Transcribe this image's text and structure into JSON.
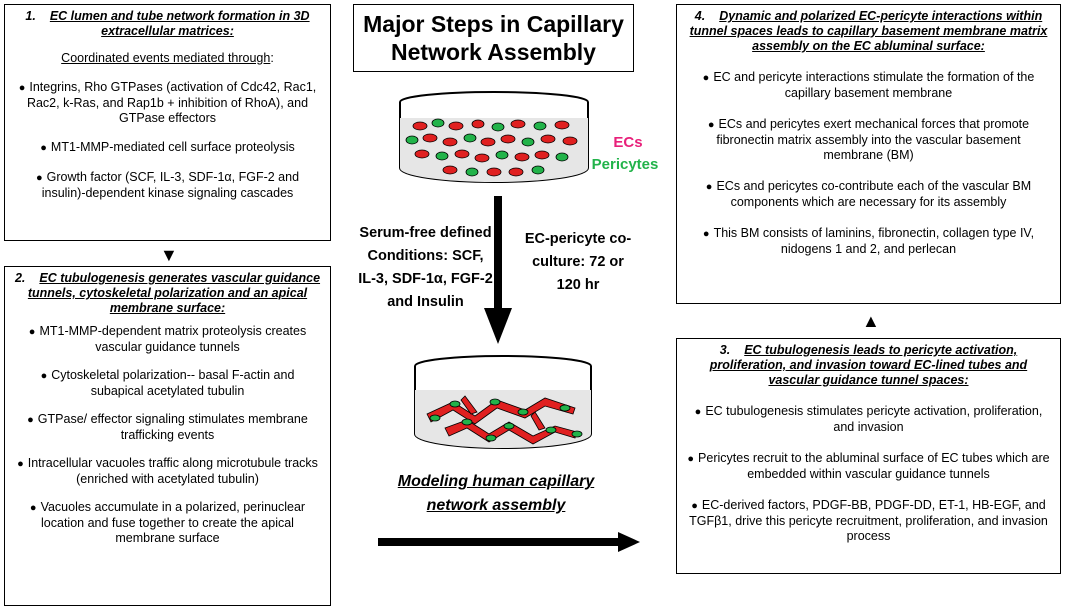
{
  "title": "Major Steps in Capillary Network Assembly",
  "dish_labels": {
    "ecs": "ECs",
    "pericytes": "Pericytes",
    "ecs_color": "#e8207a",
    "pericytes_color": "#22b34a"
  },
  "conditions": "Serum-free defined Conditions: SCF, IL-3, SDF-1α, FGF-2 and Insulin",
  "coculture": "EC-pericyte co-culture: 72 or 120 hr",
  "modeling": "Modeling human capillary network assembly",
  "box1": {
    "number": "1.",
    "title": "EC lumen and tube network formation in 3D extracellular matrices:",
    "subtitle": "Coordinated events mediated through",
    "items": [
      "Integrins, Rho GTPases (activation of Cdc42, Rac1, Rac2, k-Ras, and Rap1b + inhibition of RhoA), and GTPase effectors",
      "MT1-MMP-mediated cell surface proteolysis",
      "Growth factor (SCF, IL-3, SDF-1α, FGF-2 and insulin)-dependent kinase signaling cascades"
    ]
  },
  "box2": {
    "number": "2.",
    "title": "EC tubulogenesis generates vascular guidance tunnels, cytoskeletal polarization and an apical membrane surface:",
    "items": [
      "MT1-MMP-dependent matrix proteolysis creates vascular guidance tunnels",
      "Cytoskeletal polarization-- basal F-actin and subapical acetylated tubulin",
      "GTPase/ effector signaling stimulates membrane trafficking events",
      "Intracellular vacuoles traffic along microtubule tracks (enriched with acetylated tubulin)",
      "Vacuoles accumulate in a polarized, perinuclear location and fuse together to create the apical membrane surface"
    ]
  },
  "box3": {
    "number": "3.",
    "title": "EC tubulogenesis leads to pericyte activation, proliferation, and invasion toward EC-lined tubes and vascular guidance tunnel spaces:",
    "items": [
      "EC tubulogenesis stimulates pericyte activation, proliferation, and invasion",
      "Pericytes recruit to the abluminal surface of EC tubes which are embedded within vascular guidance tunnels",
      "EC-derived factors, PDGF-BB, PDGF-DD, ET-1, HB-EGF, and TGFβ1, drive this pericyte recruitment, proliferation, and invasion process"
    ]
  },
  "box4": {
    "number": "4.",
    "title": "Dynamic and polarized EC-pericyte interactions within tunnel spaces leads to capillary basement membrane matrix assembly on the EC abluminal surface:",
    "items": [
      "EC and pericyte interactions stimulate the formation of the capillary basement membrane",
      "ECs and pericytes exert mechanical forces that promote fibronectin matrix assembly into the vascular basement membrane (BM)",
      "ECs and pericytes co-contribute each of the vascular BM components which are necessary for its assembly",
      "This BM consists of laminins, fibronectin, collagen type IV, nidogens 1 and 2, and perlecan"
    ]
  }
}
